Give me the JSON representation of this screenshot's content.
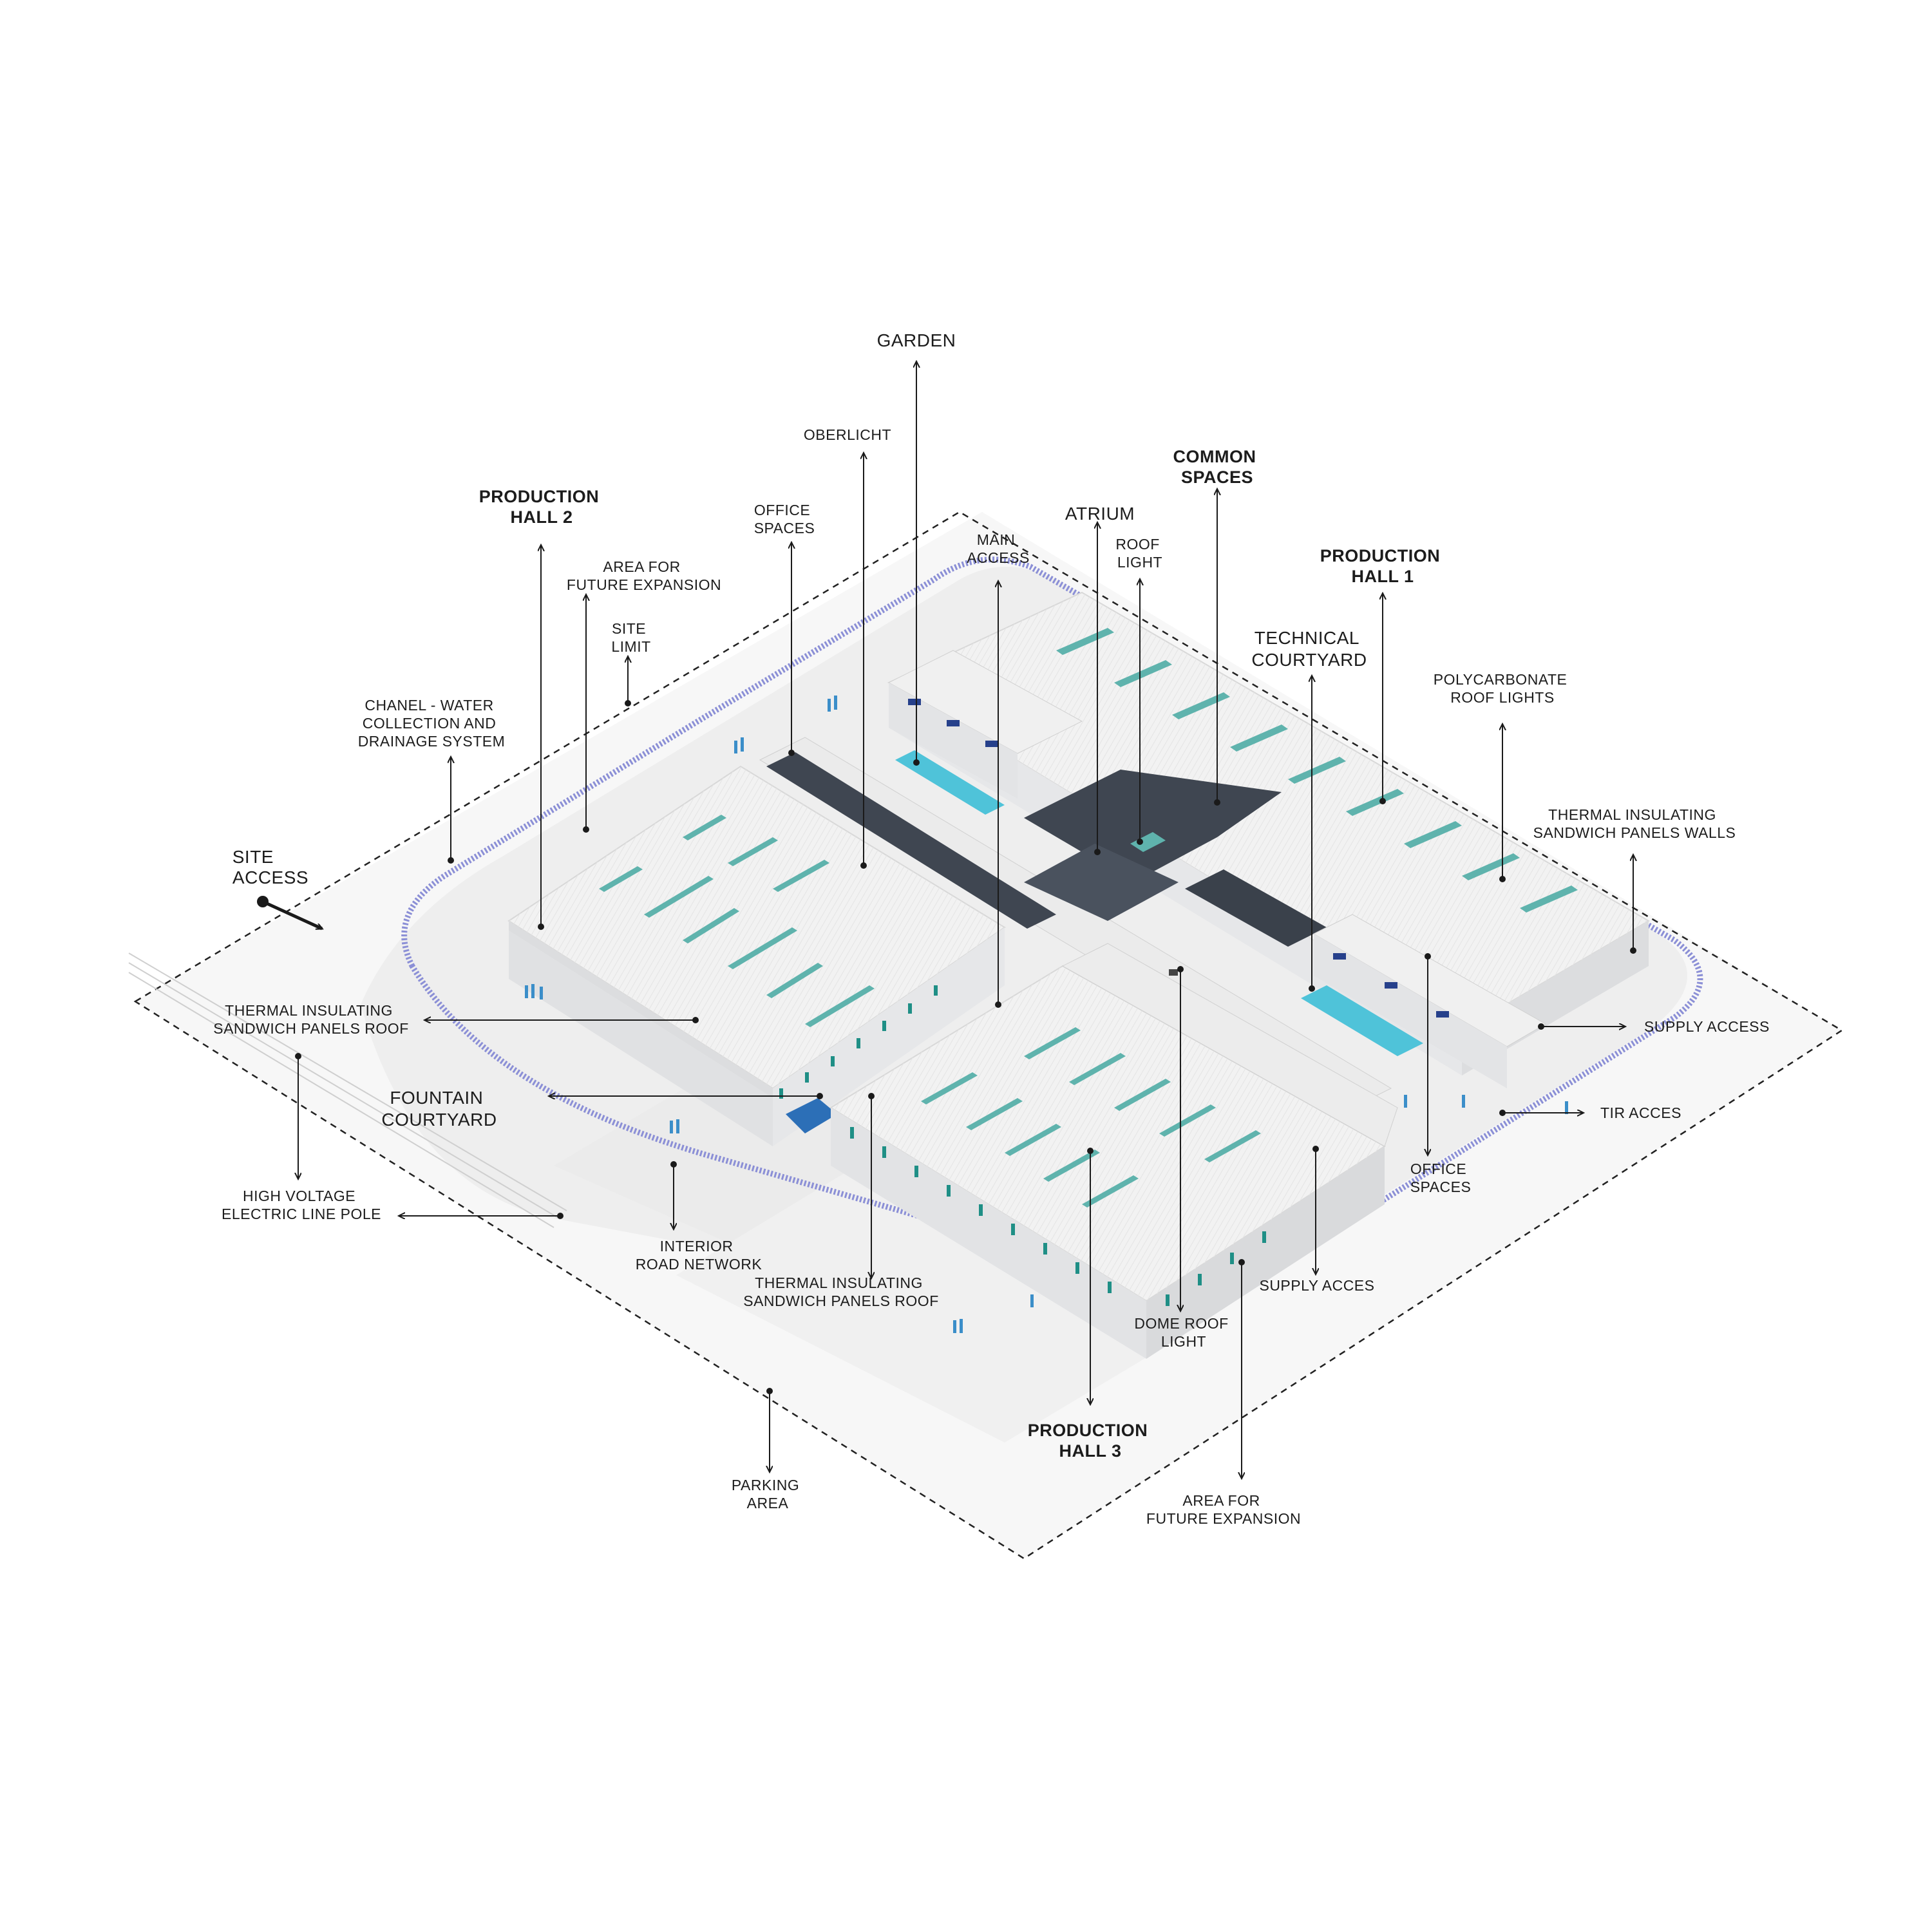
{
  "labels": {
    "garden": [
      "GARDEN"
    ],
    "oberlicht": [
      "OBERLICHT"
    ],
    "office_spaces_top": [
      "OFFICE",
      "SPACES"
    ],
    "production_hall_2": [
      "PRODUCTION",
      "HALL 2"
    ],
    "area_future_expansion_top": [
      "AREA FOR",
      "FUTURE EXPANSION"
    ],
    "site_limit": [
      "SITE",
      "LIMIT"
    ],
    "chanel_water": [
      "CHANEL - WATER",
      "COLLECTION AND",
      "DRAINAGE SYSTEM"
    ],
    "site_access": [
      "SITE",
      "ACCESS"
    ],
    "main_access": [
      "MAIN",
      "ACCESS"
    ],
    "atrium": [
      "ATRIUM"
    ],
    "roof_light": [
      "ROOF",
      "LIGHT"
    ],
    "common_spaces": [
      "COMMON",
      "SPACES"
    ],
    "production_hall_1": [
      "PRODUCTION",
      "HALL 1"
    ],
    "technical_courtyard": [
      "TECHNICAL",
      "COURTYARD"
    ],
    "polycarbonate_roof_lights": [
      "POLYCARBONATE",
      "ROOF LIGHTS"
    ],
    "thermal_walls": [
      "THERMAL INSULATING",
      "SANDWICH PANELS WALLS"
    ],
    "thermal_roof_left": [
      "THERMAL INSULATING",
      "SANDWICH PANELS ROOF"
    ],
    "fountain_courtyard": [
      "FOUNTAIN",
      "COURTYARD"
    ],
    "supply_access": [
      "SUPPLY ACCESS"
    ],
    "tir_acces": [
      "TIR ACCES"
    ],
    "office_spaces_right": [
      "OFFICE",
      "SPACES"
    ],
    "high_voltage": [
      "HIGH VOLTAGE",
      "ELECTRIC LINE POLE"
    ],
    "interior_road": [
      "INTERIOR",
      "ROAD NETWORK"
    ],
    "thermal_roof_center": [
      "THERMAL INSULATING",
      "SANDWICH PANELS ROOF"
    ],
    "supply_acces": [
      "SUPPLY ACCES"
    ],
    "dome_roof_light": [
      "DOME ROOF",
      "LIGHT"
    ],
    "production_hall_3": [
      "PRODUCTION",
      "HALL 3"
    ],
    "parking_area": [
      "PARKING",
      "AREA"
    ],
    "area_future_expansion_bottom": [
      "AREA FOR",
      "FUTURE EXPANSION"
    ]
  },
  "colors": {
    "roof": "#f4f4f4",
    "wall": "#e2e3e5",
    "ground": "#ececec",
    "dark_roof": "#3f4651",
    "skylight": "#5fb3ad",
    "water": "#4fc3d9",
    "drainage_channel": "#8b8fd6",
    "window_teal": "#1f8f86",
    "window_blue": "#26408b",
    "people": "#3b8ec9"
  }
}
